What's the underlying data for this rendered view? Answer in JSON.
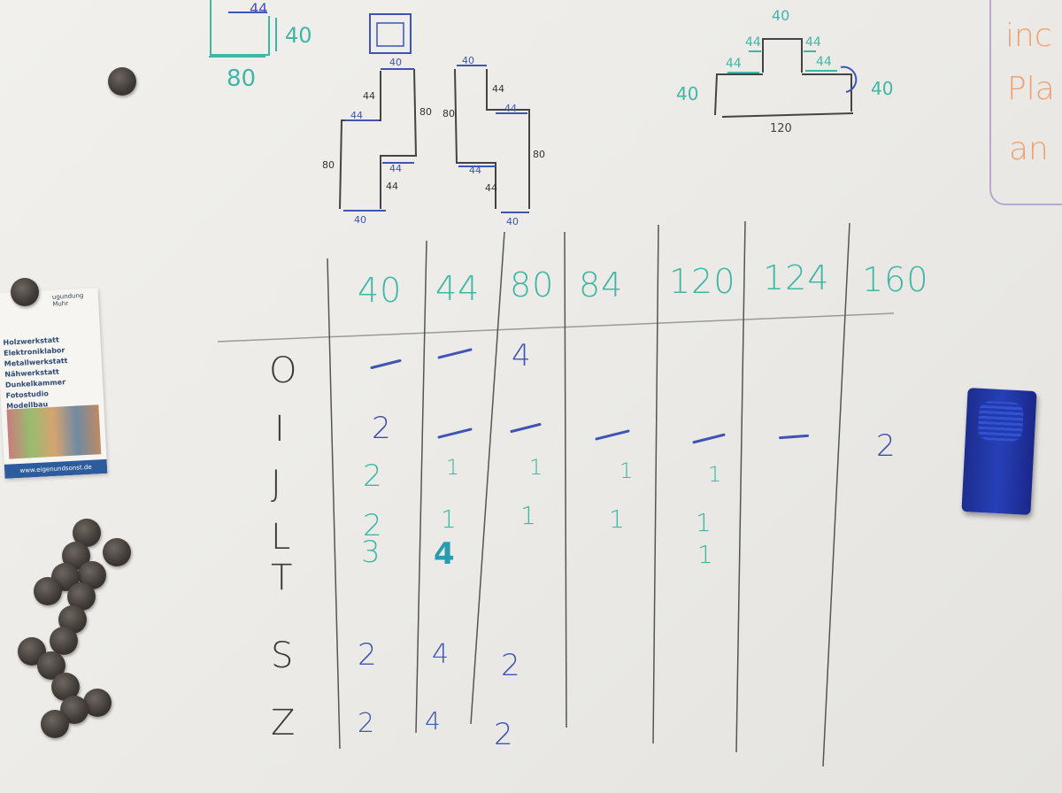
{
  "table": {
    "headers": [
      "40",
      "44",
      "80",
      "84",
      "120",
      "124",
      "160"
    ],
    "rows": [
      {
        "label": "O",
        "cells": [
          "",
          "",
          "4",
          "",
          "",
          "",
          ""
        ]
      },
      {
        "label": "I",
        "cells": [
          "2",
          "",
          "",
          "",
          "",
          "",
          "2"
        ]
      },
      {
        "label": "J",
        "cells": [
          "2",
          "1",
          "1",
          "1",
          "1",
          "",
          ""
        ]
      },
      {
        "label": "L",
        "cells": [
          "2",
          "1",
          "1",
          "1",
          "1",
          "",
          ""
        ]
      },
      {
        "label": "T",
        "cells": [
          "3",
          "4",
          "",
          "",
          "1",
          "",
          ""
        ]
      },
      {
        "label": "S",
        "cells": [
          "2",
          "4",
          "2",
          "",
          "",
          "",
          ""
        ]
      },
      {
        "label": "Z",
        "cells": [
          "2",
          "4",
          "2",
          "",
          "",
          "",
          ""
        ]
      }
    ]
  },
  "sketch_labels": {
    "top_left": {
      "a": "44",
      "b": "40",
      "c": "80"
    },
    "shape1": {
      "top": "40",
      "l1": "44",
      "l2": "44",
      "left": "80",
      "right": "80",
      "r1": "44",
      "r2": "44",
      "bottom": "40"
    },
    "shape2": {
      "top": "40",
      "r1": "44",
      "r2": "44",
      "left": "80",
      "right": "80",
      "l1": "44",
      "l2": "44",
      "bottom": "40"
    },
    "shape3": {
      "top": "40",
      "tl": "44",
      "tr": "44",
      "ml": "44",
      "mr": "44",
      "left": "40",
      "right": "40",
      "bottom": "120"
    }
  },
  "orange_text": [
    "inc",
    "Pla",
    "an"
  ],
  "flyer": {
    "title": "ugundung Muhr",
    "lines": [
      "Holzwerkstatt",
      "Elektroniklabor",
      "Metallwerkstatt",
      "Nähwerkstatt",
      "Dunkelkammer",
      "Fotostudio",
      "Modellbau"
    ],
    "url": "www.eigenundsonst.de"
  },
  "colors": {
    "teal": "#3fb7a6",
    "blue": "#3f54b4",
    "pen_gray": "#444444",
    "eraser": "#2740b8",
    "orange": "#f0a070"
  }
}
